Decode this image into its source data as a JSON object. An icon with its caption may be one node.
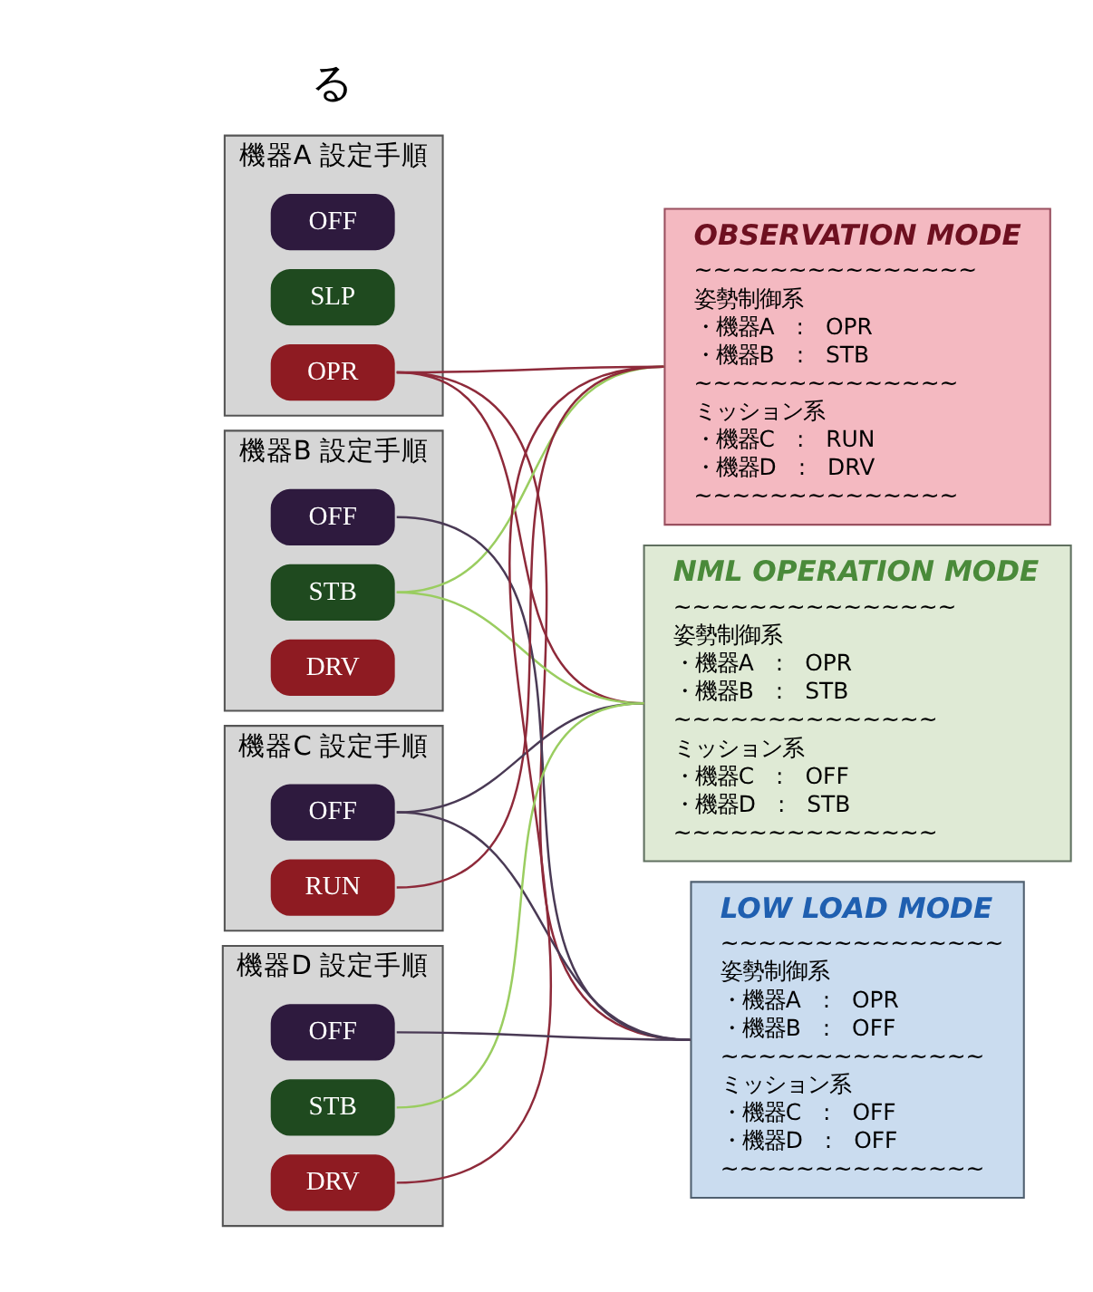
{
  "diagram": {
    "nodes": [
      {
        "text": [
          "機器A 設定手順"
        ]
      },
      {
        "text": [
          "OPR"
        ],
        "in": 0
      },
      {
        "text": [
          "SLP"
        ],
        "in": 0
      },
      {
        "text": [
          "OFF"
        ],
        "in": 0
      },
      {
        "text": [
          "機器B 設定手順"
        ]
      },
      {
        "text": [
          "DRV"
        ],
        "in": 4
      },
      {
        "text": [
          "STB"
        ],
        "in": 4
      },
      {
        "text": [
          "OFF"
        ],
        "in": 4
      },
      {
        "text": [
          "機器C 設定手順"
        ]
      },
      {
        "text": [
          "RUN"
        ],
        "in": 8
      },
      {
        "text": [
          "OFF"
        ],
        "in": 8
      },
      {
        "text": [
          "機器D 設定手順"
        ]
      },
      {
        "text": [
          "DRV"
        ],
        "in": 11
      },
      {
        "text": [
          "STB"
        ],
        "in": 11
      },
      {
        "text": [
          "OFF"
        ],
        "in": 11
      },
      {
        "text": [
          "OBSERVATION MODE",
          "~~~~~~~~~~~~~~~",
          "姿勢制御系",
          "・機器A　:　OPR",
          "・機器B　:　STB",
          "~~~~~~~~~~~~~~",
          "ミッション系",
          "・機器C　:　RUN",
          "・機器D　:　DRV",
          "~~~~~~~~~~~~~~"
        ]
      },
      {
        "text": [
          "NML OPERATION MODE",
          "~~~~~~~~~~~~~~~",
          "姿勢制御系",
          "・機器A　:　OPR",
          "・機器B　:　STB",
          "~~~~~~~~~~~~~~",
          "ミッション系",
          "・機器C　:　OFF",
          "・機器D　:　STB",
          "~~~~~~~~~~~~~~"
        ]
      },
      {
        "text": [
          "LOW LOAD MODE",
          "~~~~~~~~~~~~~~~",
          "姿勢制御系",
          "・機器A　:　OPR",
          "・機器B　:　OFF",
          "~~~~~~~~~~~~~~",
          "ミッション系",
          "・機器C　:　OFF",
          "・機器D　:　OFF",
          "~~~~~~~~~~~~~~"
        ]
      }
    ],
    "edges": [
      {
        "from": 1,
        "to": 15,
        "arrow": "none"
      },
      {
        "from": 1,
        "to": 16,
        "arrow": "none"
      },
      {
        "from": 1,
        "to": 17,
        "arrow": "none"
      },
      {
        "from": 6,
        "to": 15,
        "arrow": "none",
        "color": "#9acd60"
      },
      {
        "from": 6,
        "to": 16,
        "arrow": "none",
        "color": "#9acd60"
      },
      {
        "from": 7,
        "to": 17,
        "arrow": "none",
        "color": "#4a3a55"
      },
      {
        "from": 9,
        "to": 15,
        "arrow": "none"
      },
      {
        "from": 10,
        "to": 16,
        "arrow": "none",
        "color": "#4a3a55"
      },
      {
        "from": 10,
        "to": 17,
        "arrow": "none",
        "color": "#4a3a55"
      },
      {
        "from": 12,
        "to": 15,
        "arrow": "none"
      },
      {
        "from": 13,
        "to": 16,
        "arrow": "none",
        "color": "#9acd60"
      },
      {
        "from": 14,
        "to": 17,
        "arrow": "none",
        "color": "#4a3a55"
      }
    ],
    "labels": [
      "る"
    ]
  }
}
